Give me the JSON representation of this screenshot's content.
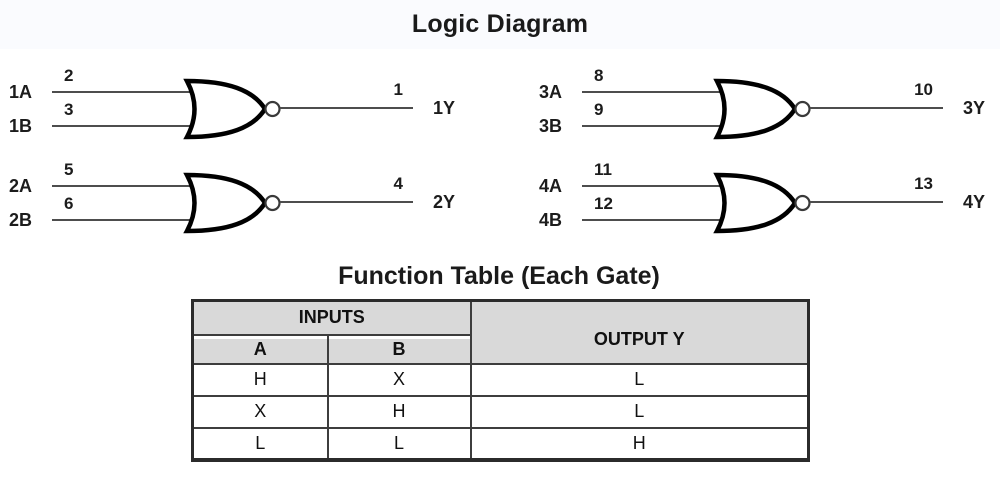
{
  "titles": {
    "logic_diagram": "Logic Diagram",
    "function_table": "Function Table (Each Gate)"
  },
  "colors": {
    "title_band_bg": "#fafbfe",
    "table_header_bg": "#d9d9d9",
    "table_border": "#3d3d3d",
    "wire": "#4d4d4d",
    "gate_outline": "#000000",
    "text": "#1a1a1a"
  },
  "gates": [
    {
      "input_a": {
        "label": "1A",
        "pin": "2"
      },
      "input_b": {
        "label": "1B",
        "pin": "3"
      },
      "output": {
        "label": "1Y",
        "pin": "1"
      }
    },
    {
      "input_a": {
        "label": "2A",
        "pin": "5"
      },
      "input_b": {
        "label": "2B",
        "pin": "6"
      },
      "output": {
        "label": "2Y",
        "pin": "4"
      }
    },
    {
      "input_a": {
        "label": "3A",
        "pin": "8"
      },
      "input_b": {
        "label": "3B",
        "pin": "9"
      },
      "output": {
        "label": "3Y",
        "pin": "10"
      }
    },
    {
      "input_a": {
        "label": "4A",
        "pin": "11"
      },
      "input_b": {
        "label": "4B",
        "pin": "12"
      },
      "output": {
        "label": "4Y",
        "pin": "13"
      }
    }
  ],
  "function_table": {
    "headers": {
      "inputs": "INPUTS",
      "col_a": "A",
      "col_b": "B",
      "output": "OUTPUT Y"
    },
    "rows": [
      [
        "H",
        "X",
        "L"
      ],
      [
        "X",
        "H",
        "L"
      ],
      [
        "L",
        "L",
        "H"
      ]
    ]
  }
}
